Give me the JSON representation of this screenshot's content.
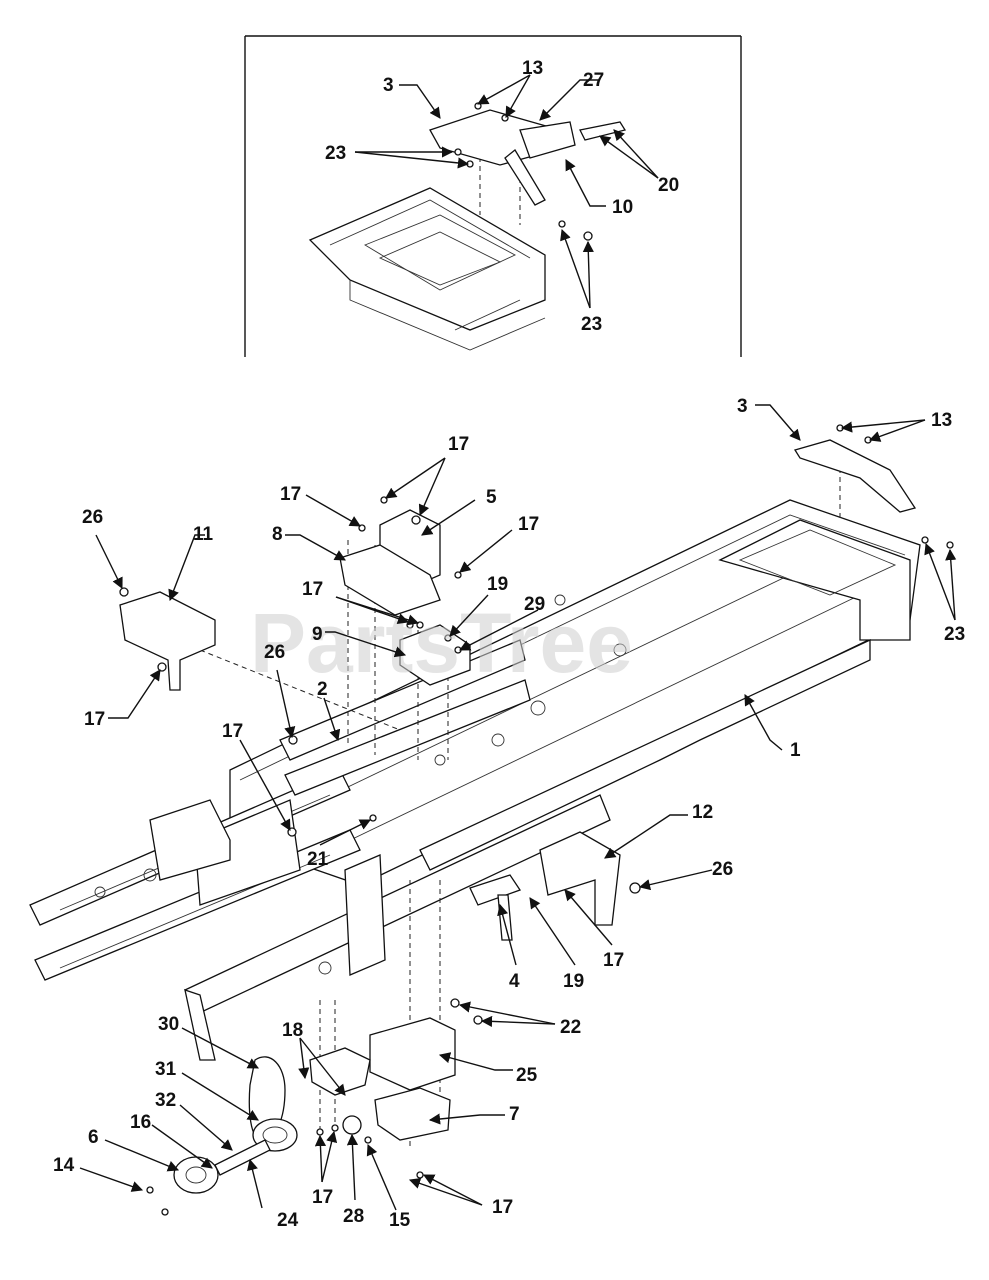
{
  "watermark": "PartsTree",
  "callouts": {
    "inset": [
      "3",
      "13",
      "27",
      "23",
      "20",
      "10",
      "23"
    ],
    "main": [
      "3",
      "13",
      "23",
      "17",
      "17",
      "5",
      "17",
      "8",
      "26",
      "11",
      "19",
      "29",
      "17",
      "9",
      "26",
      "17",
      "2",
      "1",
      "17",
      "21",
      "12",
      "26",
      "4",
      "19",
      "17",
      "30",
      "18",
      "22",
      "31",
      "25",
      "32",
      "16",
      "7",
      "6",
      "14",
      "17",
      "28",
      "15",
      "24",
      "17"
    ]
  },
  "icons": {
    "arrow": "arrowhead-icon",
    "watermark": "partstree-logo"
  }
}
